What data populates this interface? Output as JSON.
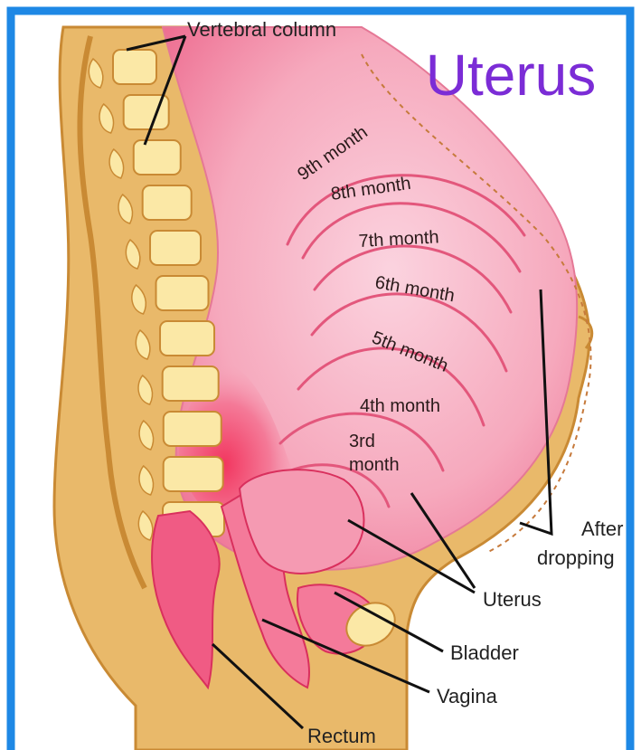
{
  "title": "Uterus",
  "labels": {
    "vertebral_column": "Vertebral column",
    "after": "After",
    "dropping": "dropping",
    "uterus": "Uterus",
    "bladder": "Bladder",
    "vagina": "Vagina",
    "rectum": "Rectum"
  },
  "months": [
    "9th month",
    "8th month",
    "7th month",
    "6th month",
    "5th month",
    "4th month",
    "3rd",
    "month"
  ],
  "colors": {
    "border": "#1e88e5",
    "title": "#7b2cd6",
    "body": "#e9b96a",
    "body_outline": "#c98a34",
    "uterus": "#f3a0b4",
    "uterus_deep": "#e8306a",
    "bone": "#fbe8a6"
  }
}
